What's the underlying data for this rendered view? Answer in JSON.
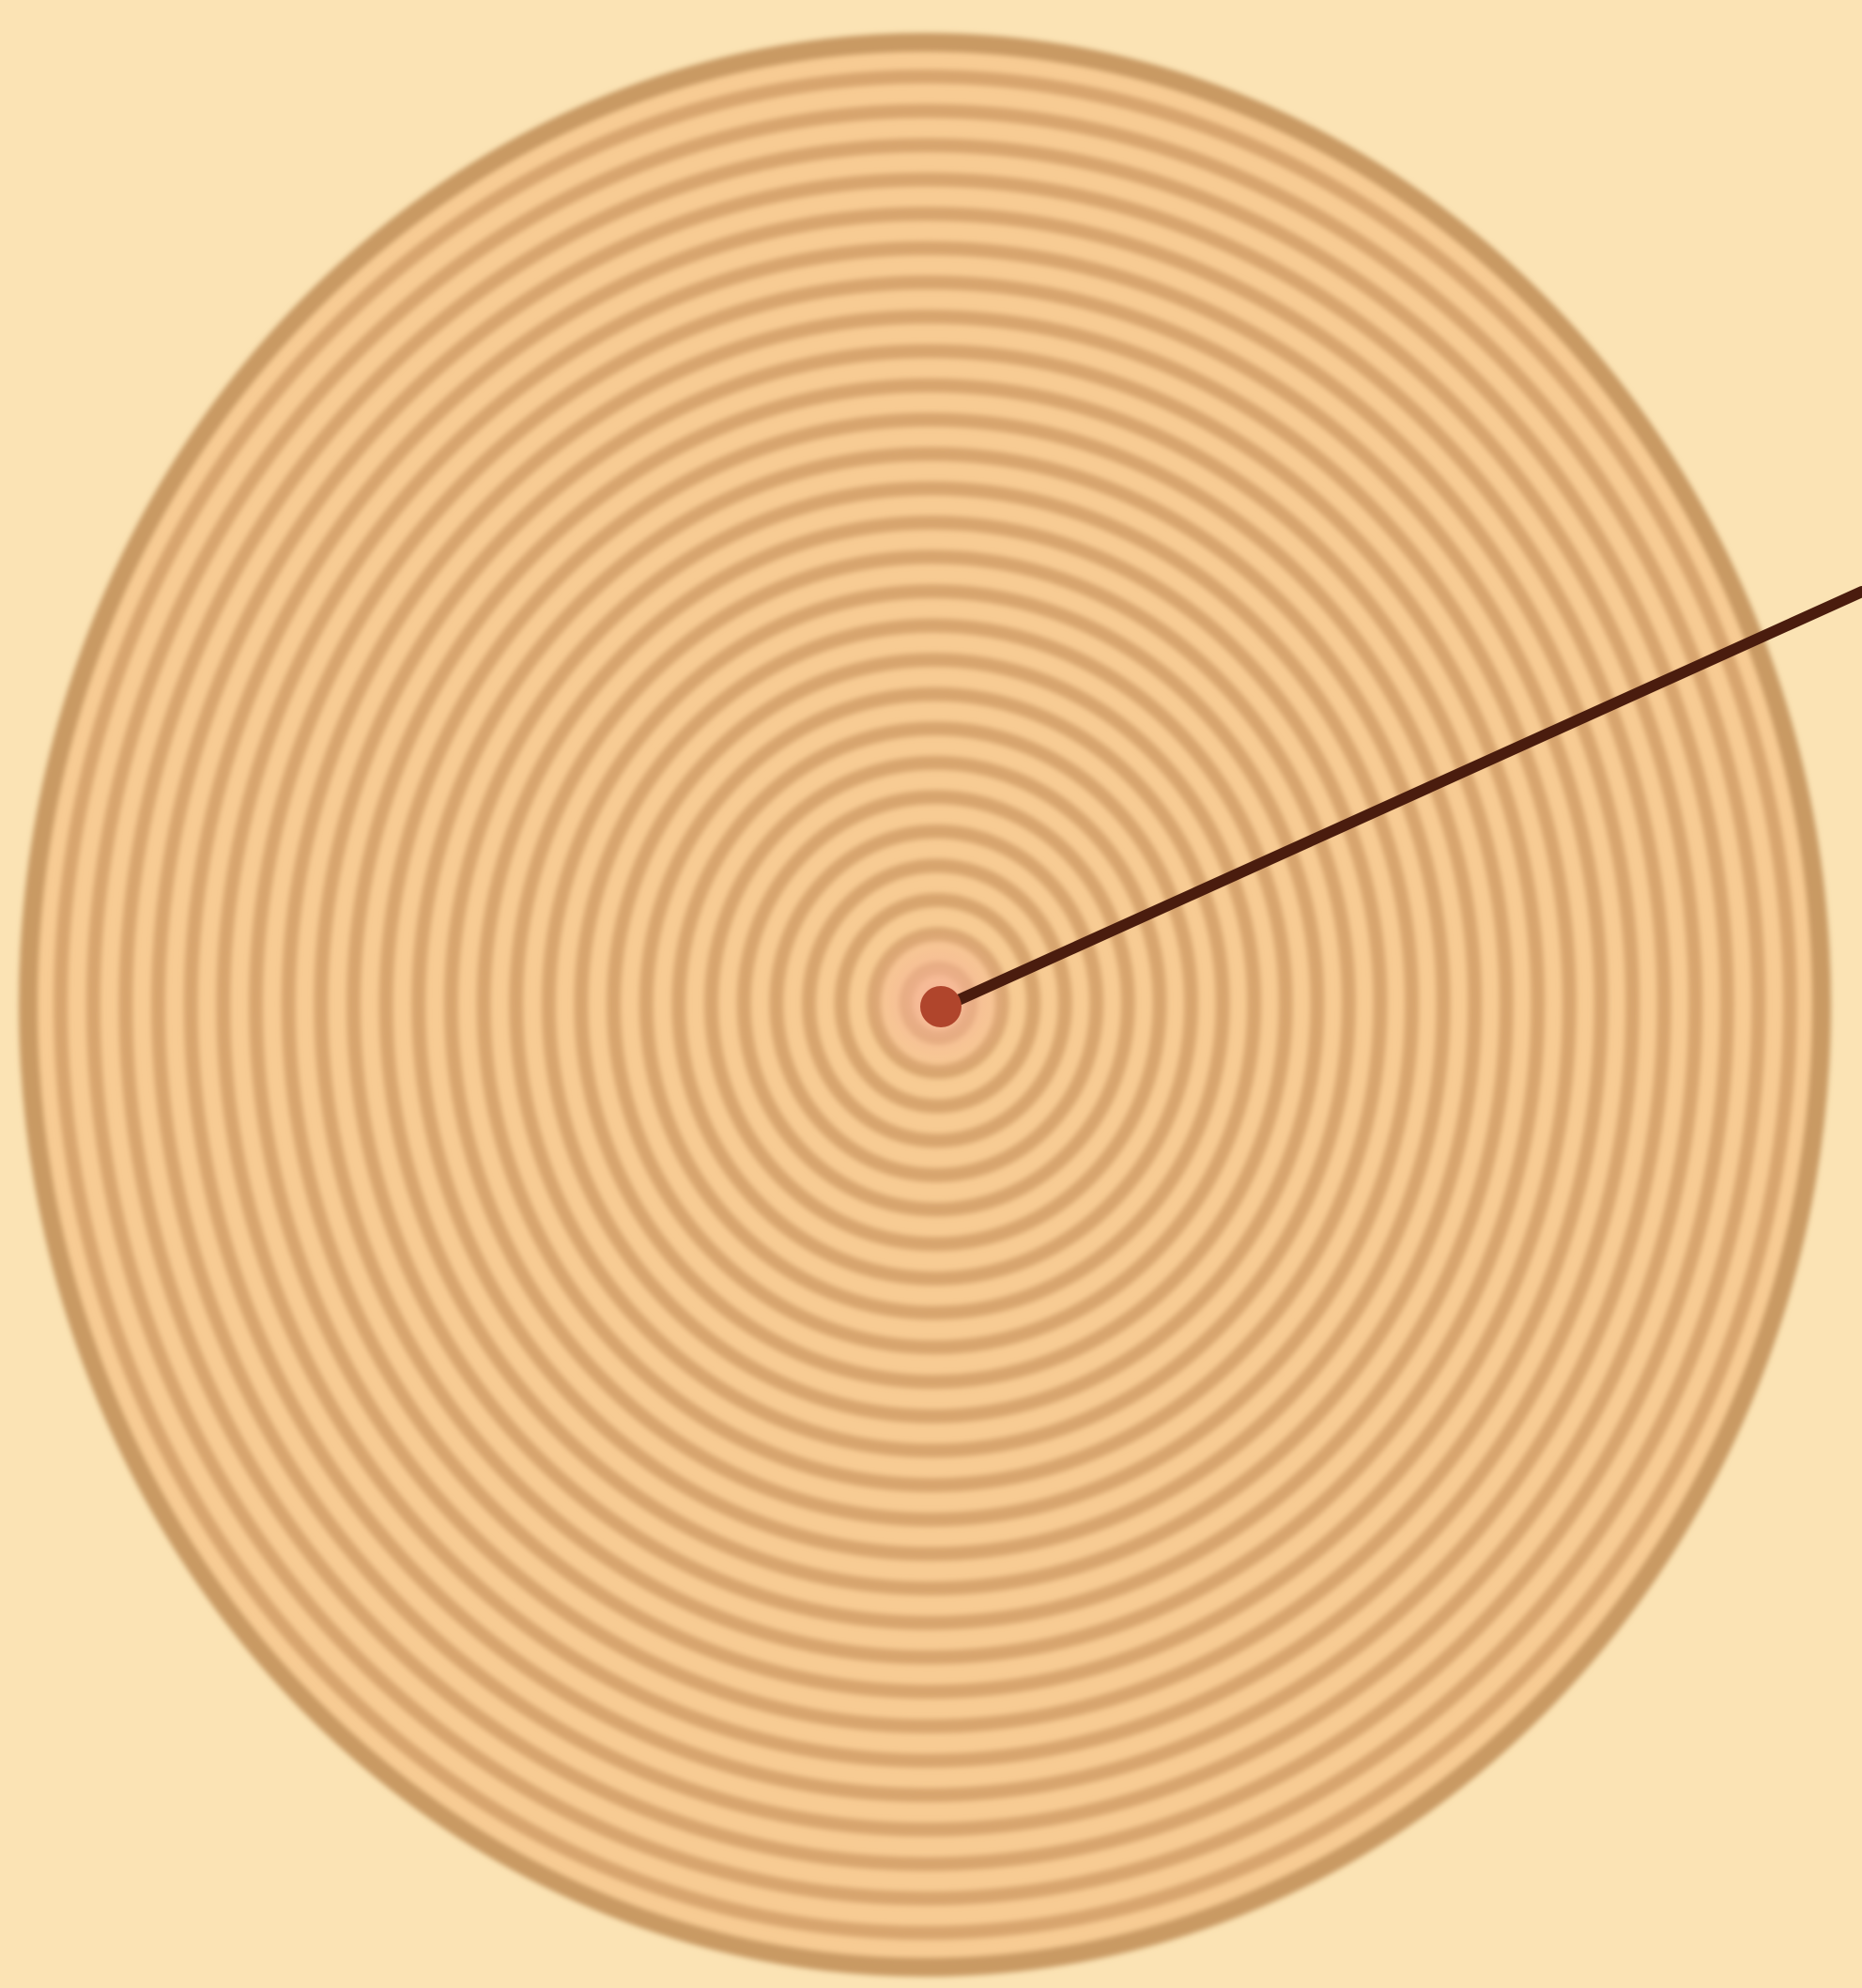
{
  "colors": {
    "background": "#fbe3b4",
    "band_light": "#f7cb93",
    "band_dark": "#d8a56e",
    "outer_edge": "#c99a63",
    "center_glow": "#f6b497",
    "center_dot": "#b0452c",
    "pointer_line": "#4a1c0e"
  },
  "diagram": {
    "ring_count": 28,
    "center_mark": "red-dot",
    "pointer": "straight-line"
  }
}
